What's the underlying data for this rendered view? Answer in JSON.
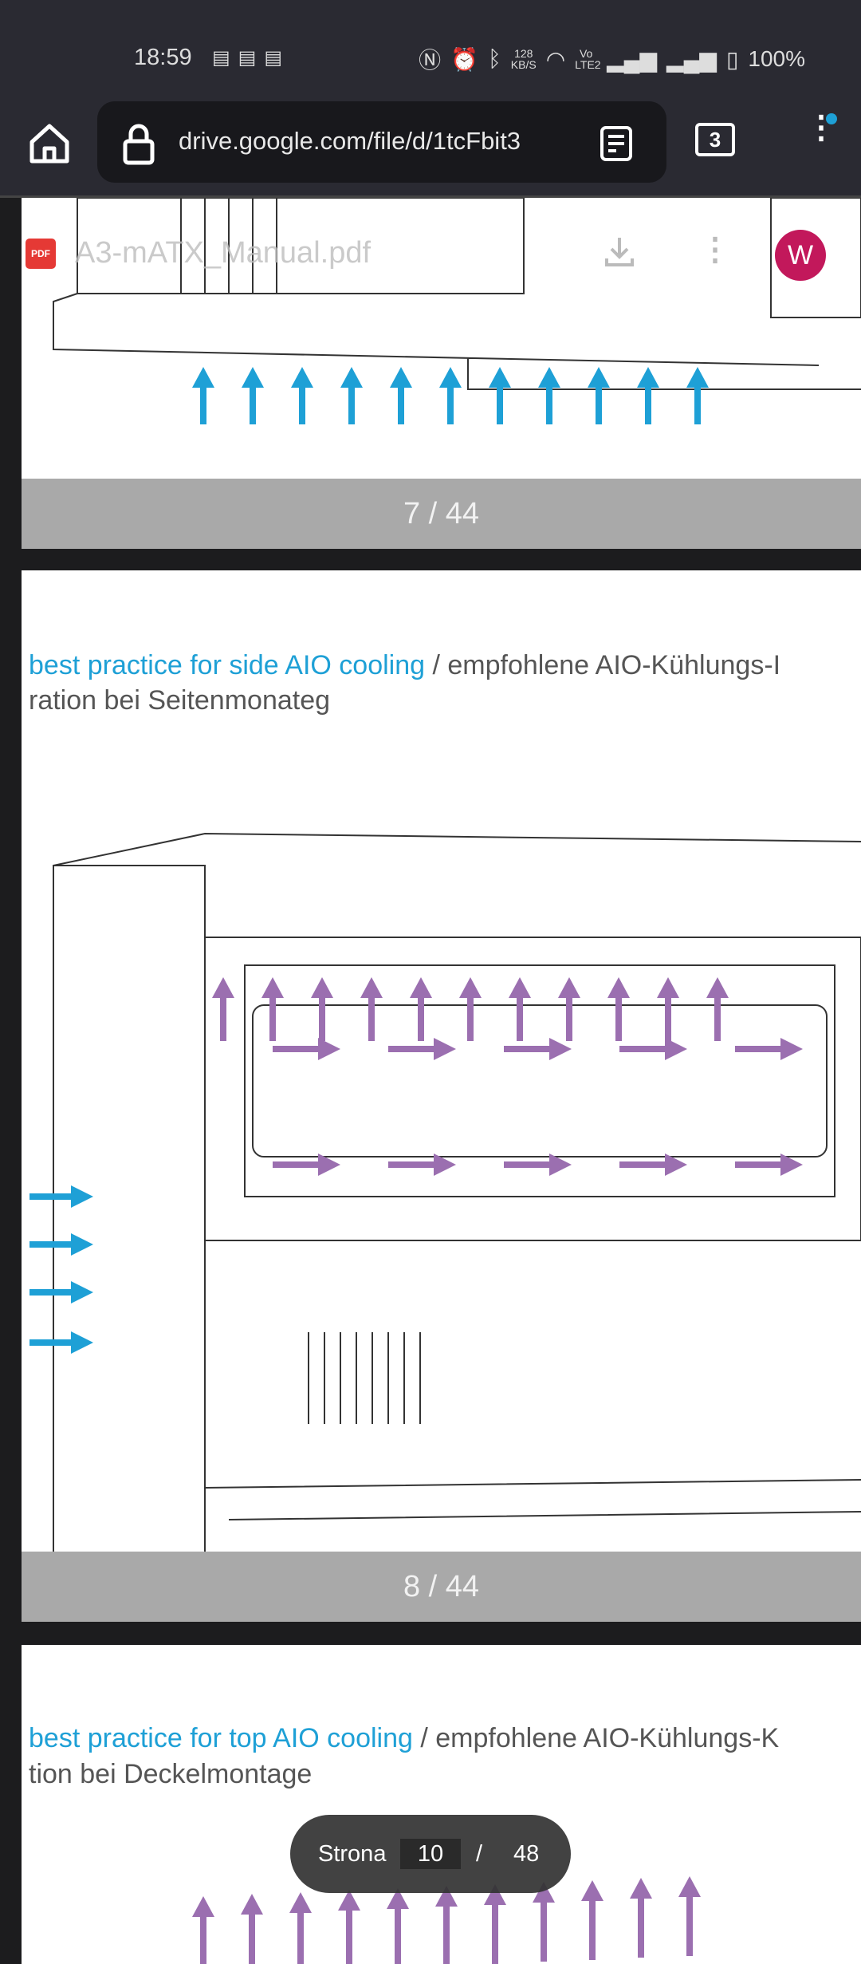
{
  "status_bar": {
    "time": "18:59",
    "network_speed_value": "128",
    "network_speed_unit": "KB/S",
    "volte": "Vo LTE2",
    "battery": "100%",
    "icons": [
      "news-icon",
      "news-icon",
      "news-icon",
      "nfc-icon",
      "alarm-icon",
      "bluetooth-icon",
      "wifi-icon",
      "signal-icon",
      "signal-icon",
      "battery-icon"
    ]
  },
  "browser": {
    "url": "drive.google.com/file/d/1tcFbit3",
    "tab_count": "3"
  },
  "viewer": {
    "file_name": "A3-mATX_Manual.pdf",
    "avatar_letter": "W"
  },
  "pages": [
    {
      "label": "7 / 44"
    },
    {
      "label": "8 / 44",
      "heading_en": "best practice for side AIO cooling",
      "heading_de": " / empfohlene AIO-Kühlungs-I",
      "heading_line2": "ration bei Seitenmonateg"
    },
    {
      "heading_en": "best practice for top AIO cooling",
      "heading_de": " / empfohlene AIO-Kühlungs-K",
      "heading_line2": "tion bei Deckelmontage"
    }
  ],
  "page_indicator": {
    "label": "Strona",
    "current": "10",
    "separator": "/",
    "total": "48"
  },
  "colors": {
    "airflow_in": "#1ea0d6",
    "airflow_out": "#9b6fb0",
    "avatar": "#c2185b"
  }
}
